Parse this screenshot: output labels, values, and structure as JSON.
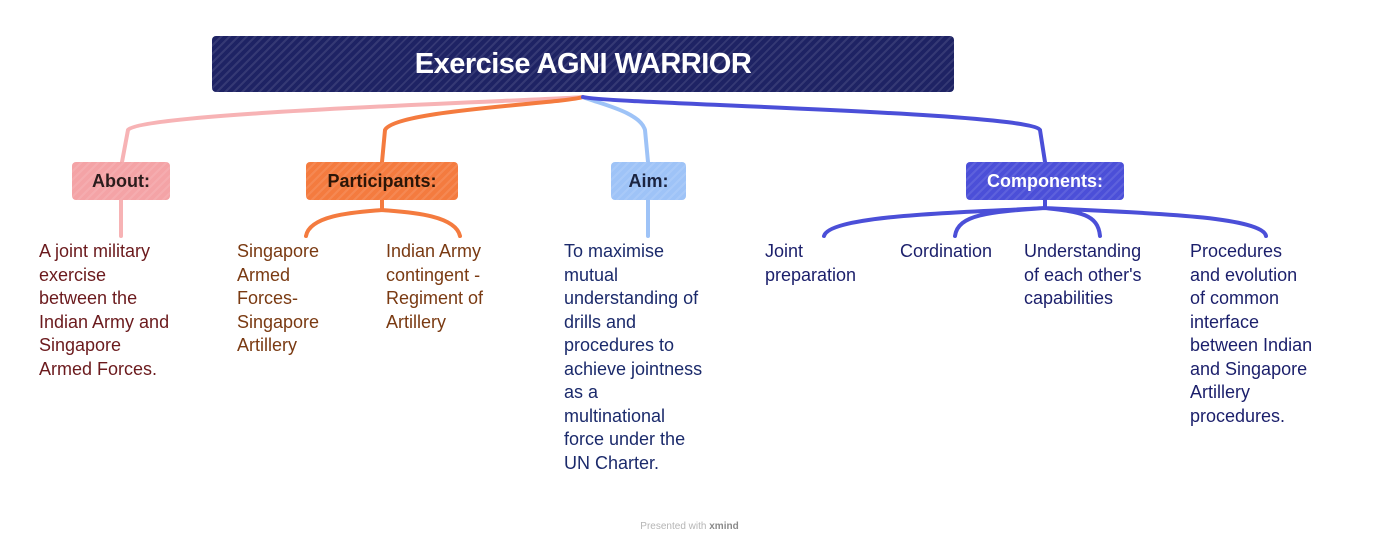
{
  "root": {
    "label": "Exercise AGNI WARRIOR"
  },
  "branches": [
    {
      "label": "About:",
      "color": "#f4a3a6",
      "leaves": [
        "A joint military\nexercise\nbetween the\nIndian Army and\nSingapore\nArmed Forces."
      ]
    },
    {
      "label": "Participants:",
      "color": "#f47b3f",
      "leaves": [
        "Singapore\nArmed\nForces-\nSingapore\nArtillery",
        "Indian Army\ncontingent -\nRegiment of\nArtillery"
      ]
    },
    {
      "label": "Aim:",
      "color": "#9ec3f7",
      "leaves": [
        "To maximise\nmutual\nunderstanding of\ndrills and\nprocedures to\nachieve jointness\nas a\nmultinational\nforce under the\nUN Charter."
      ]
    },
    {
      "label": "Components:",
      "color": "#4b4fd8",
      "leaves": [
        "Joint\npreparation",
        "Cordination",
        "Understanding\nof each other's\ncapabilities",
        "Procedures\nand evolution\nof common\ninterface\nbetween Indian\nand Singapore\nArtillery\nprocedures."
      ]
    }
  ],
  "footer": {
    "prefix": "Presented with",
    "brand": "xmind"
  },
  "colors": {
    "root": "#1e2364",
    "connector_about": "#f7b3b5",
    "connector_participants": "#f47b3f",
    "connector_aim": "#9ec3f7",
    "connector_components": "#4b4fd8"
  }
}
